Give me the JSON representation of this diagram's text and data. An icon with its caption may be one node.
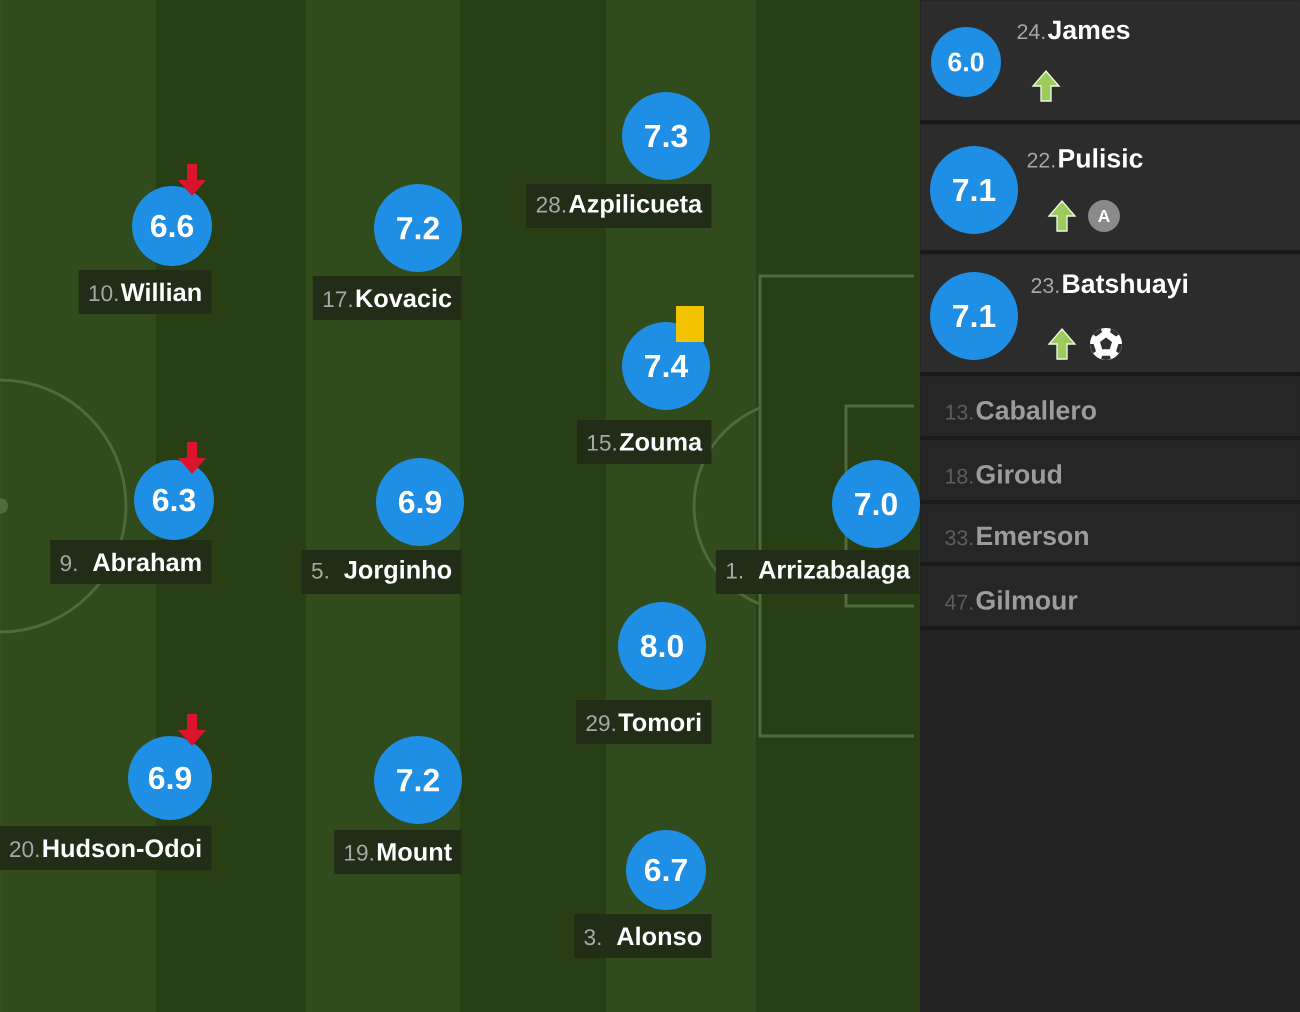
{
  "diagram": {
    "nodes": [
      {
        "text": [
          "6.6"
        ],
        "beside": [
          "10.",
          "Willian"
        ]
      },
      {
        "text": [
          "6.3"
        ],
        "beside": [
          "9.",
          "Abraham"
        ]
      },
      {
        "text": [
          "6.9"
        ],
        "beside": [
          "20.",
          "Hudson-Odoi"
        ]
      },
      {
        "text": [
          "7.2"
        ],
        "beside": [
          "17.",
          "Kovacic"
        ]
      },
      {
        "text": [
          "6.9"
        ],
        "beside": [
          "5.",
          "Jorginho"
        ]
      },
      {
        "text": [
          "7.2"
        ],
        "beside": [
          "19.",
          "Mount"
        ]
      },
      {
        "text": [
          "7.3"
        ],
        "beside": [
          "28.",
          "Azpilicueta"
        ]
      },
      {
        "text": [
          "7.4"
        ],
        "beside": [
          "15.",
          "Zouma"
        ]
      },
      {
        "text": [
          "8.0"
        ],
        "beside": [
          "29.",
          "Tomori"
        ]
      },
      {
        "text": [
          "6.7"
        ],
        "beside": [
          "3.",
          "Alonso"
        ]
      },
      {
        "text": [
          "7.0"
        ],
        "beside": [
          "1.",
          "Arrizabalaga"
        ]
      },
      {
        "text": [
          "24.",
          "James"
        ]
      },
      {
        "text": [
          "6.0"
        ],
        "in": 11
      },
      {
        "text": [
          "22.",
          "Pulisic"
        ]
      },
      {
        "text": [
          "7.1"
        ],
        "in": 13
      },
      {
        "text": [
          "A"
        ],
        "in": 13
      },
      {
        "text": [
          "23.",
          "Batshuayi"
        ]
      },
      {
        "text": [
          "7.1"
        ],
        "in": 16
      },
      {
        "text": [
          "13.",
          "Caballero"
        ]
      },
      {
        "text": [
          "18.",
          "Giroud"
        ]
      },
      {
        "text": [
          "33.",
          "Emerson"
        ]
      },
      {
        "text": [
          "47.",
          "Gilmour"
        ]
      }
    ]
  }
}
